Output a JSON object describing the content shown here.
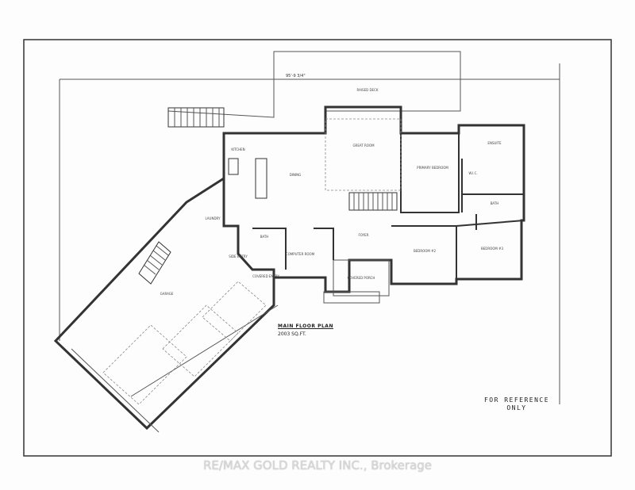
{
  "plan": {
    "title": "MAIN FLOOR PLAN",
    "area": "2003 SQ.FT.",
    "note": "FOR REFERENCE ONLY",
    "overall_width": "95'-9 3/4\"",
    "rooms": {
      "deck": "RAISED DECK",
      "kitchen": "KITCHEN",
      "dining": "DINING",
      "great_room": "GREAT ROOM",
      "primary": "PRIMARY BEDROOM",
      "ensuite": "ENSUITE",
      "wic": "W.I.C.",
      "bath_right": "BATH",
      "bath_left": "BATH",
      "bedroom2": "BEDROOM #2",
      "bedroom3": "BEDROOM #3",
      "foyer": "FOYER",
      "computer": "COMPUTER ROOM",
      "side_entry": "SIDE ENTRY",
      "laundry": "LAUNDRY",
      "covered_entry": "COVERED ENTRY",
      "porch": "COVERED PORCH",
      "garage": "GARAGE"
    }
  },
  "watermark": "RE/MAX GOLD REALTY INC., Brokerage"
}
